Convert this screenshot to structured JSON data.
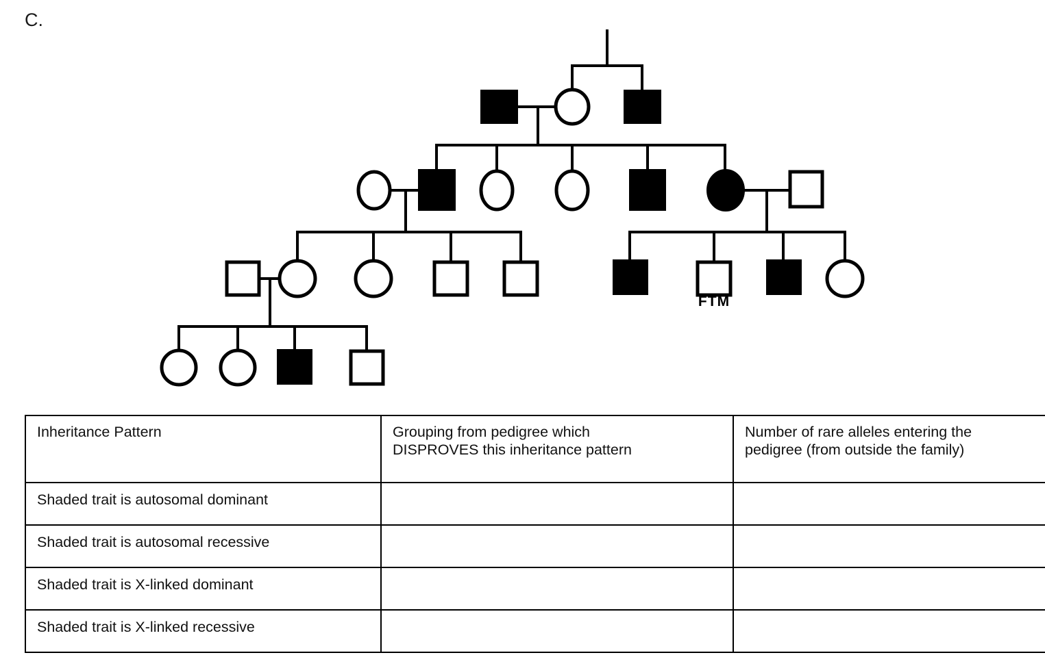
{
  "panel": {
    "label": "C."
  },
  "pedigree": {
    "annotation_label": "FTM",
    "legend": {
      "filled": "shaded/affected",
      "unfilled": "unaffected",
      "square": "male",
      "circle": "female"
    },
    "generations": [
      {
        "id": "I",
        "members": [
          {
            "name": "gen1-male-affected-left",
            "shape": "square",
            "filled": true
          },
          {
            "name": "gen1-female-unaffected",
            "shape": "circle",
            "filled": false
          },
          {
            "name": "gen1-male-affected-right",
            "shape": "square",
            "filled": true
          }
        ]
      },
      {
        "id": "II",
        "members": [
          {
            "name": "gen2-female-spouse-left",
            "shape": "circle",
            "filled": false
          },
          {
            "name": "gen2-male-affected-1",
            "shape": "square",
            "filled": true
          },
          {
            "name": "gen2-female-unaffected-1",
            "shape": "circle",
            "filled": false
          },
          {
            "name": "gen2-female-unaffected-2",
            "shape": "circle",
            "filled": false
          },
          {
            "name": "gen2-male-affected-2",
            "shape": "square",
            "filled": true
          },
          {
            "name": "gen2-female-affected",
            "shape": "circle",
            "filled": true
          },
          {
            "name": "gen2-male-spouse-right",
            "shape": "square",
            "filled": false
          }
        ]
      },
      {
        "id": "III",
        "members": [
          {
            "name": "gen3-male-spouse-left",
            "shape": "square",
            "filled": false
          },
          {
            "name": "gen3-female-unaffected-1",
            "shape": "circle",
            "filled": false
          },
          {
            "name": "gen3-female-unaffected-2",
            "shape": "circle",
            "filled": false
          },
          {
            "name": "gen3-male-unaffected-1",
            "shape": "square",
            "filled": false
          },
          {
            "name": "gen3-male-unaffected-2",
            "shape": "square",
            "filled": false
          },
          {
            "name": "gen3-male-affected-1",
            "shape": "square",
            "filled": true
          },
          {
            "name": "gen3-male-unaffected-ftm",
            "shape": "square",
            "filled": false,
            "label": "FTM"
          },
          {
            "name": "gen3-male-affected-2",
            "shape": "square",
            "filled": true
          },
          {
            "name": "gen3-female-unaffected-3",
            "shape": "circle",
            "filled": false
          }
        ]
      },
      {
        "id": "IV",
        "members": [
          {
            "name": "gen4-female-unaffected-1",
            "shape": "circle",
            "filled": false
          },
          {
            "name": "gen4-female-unaffected-2",
            "shape": "circle",
            "filled": false
          },
          {
            "name": "gen4-male-affected",
            "shape": "square",
            "filled": true
          },
          {
            "name": "gen4-male-unaffected",
            "shape": "square",
            "filled": false
          }
        ]
      }
    ]
  },
  "table": {
    "headers": {
      "col_a": "Inheritance Pattern",
      "col_b_line1": "Grouping from pedigree which",
      "col_b_line2": "DISPROVES this inheritance pattern",
      "col_c_line1": "Number of rare alleles entering the",
      "col_c_line2": "pedigree (from outside the family)"
    },
    "rows": [
      {
        "pattern": "Shaded trait is autosomal dominant",
        "grouping": "",
        "alleles": ""
      },
      {
        "pattern": "Shaded trait is autosomal recessive",
        "grouping": "",
        "alleles": ""
      },
      {
        "pattern": "Shaded trait is X-linked dominant",
        "grouping": "",
        "alleles": ""
      },
      {
        "pattern": "Shaded trait is X-linked recessive",
        "grouping": "",
        "alleles": ""
      }
    ]
  }
}
